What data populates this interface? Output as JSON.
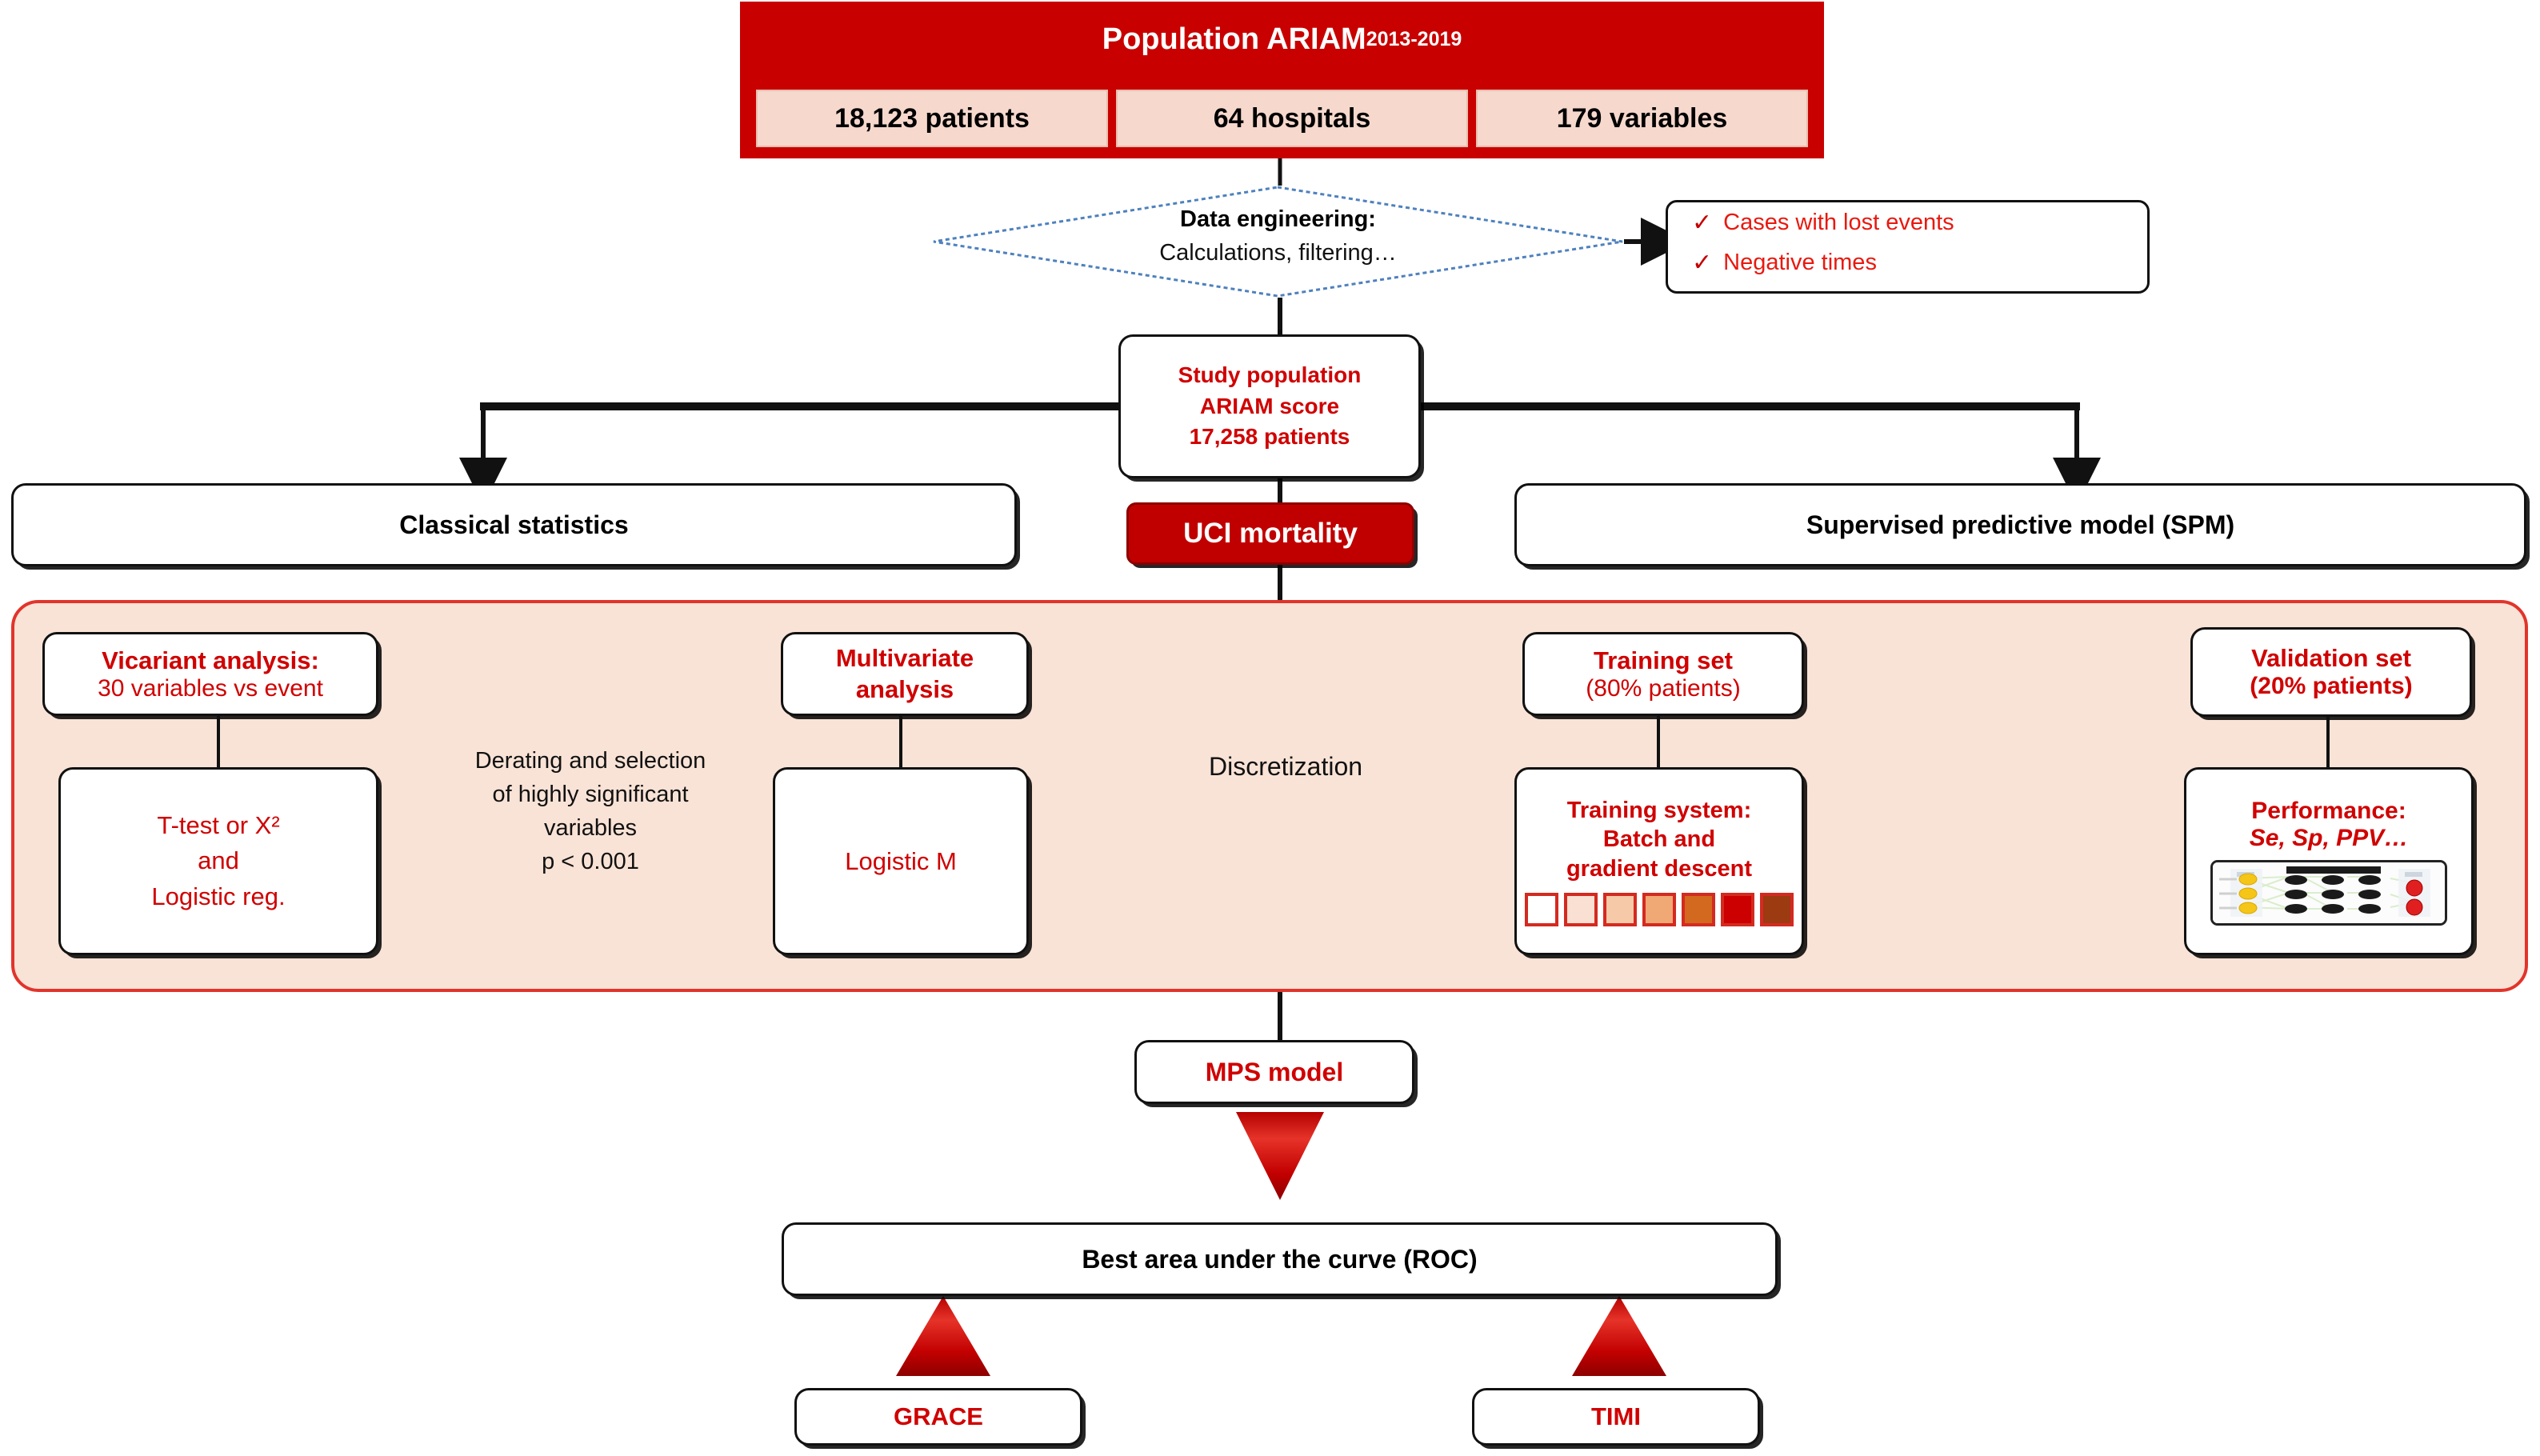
{
  "population": {
    "title_main": "Population ARIAM",
    "title_sub": "2013-2019",
    "cells": [
      "18,123 patients",
      "64 hospitals",
      "179 variables"
    ]
  },
  "data_engineering": {
    "line1": "Data engineering:",
    "line2": "Calculations, filtering…",
    "border_color": "#4E81BD"
  },
  "exclusions": {
    "check_glyph": "✓",
    "items": [
      "Cases with lost events",
      "Negative times"
    ],
    "text_color": "#E8190F"
  },
  "study_population": {
    "line1": "Study population",
    "line2": "ARIAM score",
    "line3": "17,258 patients"
  },
  "outcome": {
    "label": "UCI mortality",
    "bg": "#C00000"
  },
  "branches": {
    "left_label": "Classical statistics",
    "right_label": "Supervised predictive model (SPM)"
  },
  "pipeline": {
    "border_color": "#E2342B",
    "bg": "#F9E3D6",
    "vicariant": {
      "title": "Vicariant analysis:",
      "subtitle": "30 variables vs event",
      "detail": [
        "T-test or X²",
        "and",
        "Logistic reg."
      ]
    },
    "derating": {
      "lines": [
        "Derating and selection",
        "of highly significant",
        "variables",
        "p < 0.001"
      ]
    },
    "multivariate": {
      "title_l1": "Multivariate",
      "title_l2": "analysis",
      "detail": "Logistic M"
    },
    "discretization": "Discretization",
    "training": {
      "title": "Training set",
      "subtitle": "(80% patients)",
      "detail_l1": "Training system:",
      "detail_l2": "Batch and",
      "detail_l3": "gradient descent",
      "swatches": [
        "#FFFFFF",
        "#F9E0D2",
        "#F6C9A8",
        "#F0A874",
        "#D2691E",
        "#CC0000",
        "#9C3A12"
      ]
    },
    "validation": {
      "title": "Validation set",
      "subtitle": "(20% patients)",
      "detail_l1": "Performance:",
      "detail_l2": "Se, Sp, PPV…",
      "thumbnail_name": "neural-network-thumbnail"
    }
  },
  "bottom": {
    "mps_model": "MPS model",
    "roc": "Best area under the curve (ROC)",
    "comparators": [
      "GRACE",
      "TIMI"
    ]
  },
  "colors": {
    "header_red": "#C80000",
    "accent_red": "#D00000",
    "peach": "#F9E3D6",
    "peach_strong": "#F6CBA8",
    "triangle_red": "#CC0000"
  }
}
